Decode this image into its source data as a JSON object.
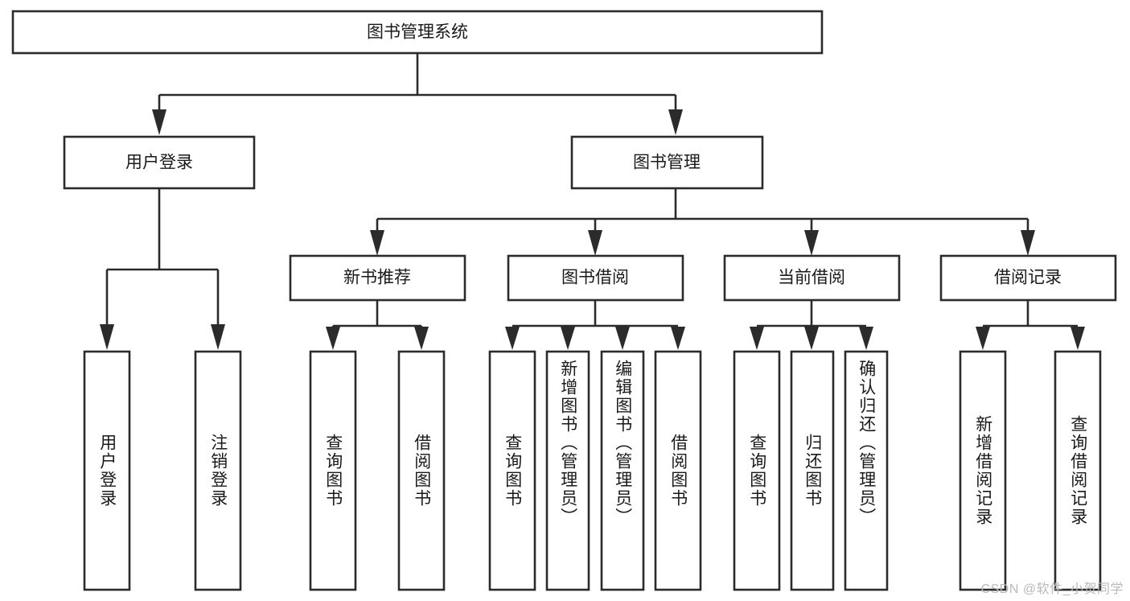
{
  "diagram": {
    "title": "图书管理系统",
    "watermark": "CSDN @软件_小贺同学",
    "colors": {
      "background": "#ffffff",
      "box_fill": "#ffffff",
      "box_stroke": "#2b2b2b",
      "connector": "#2b2b2b",
      "text": "#1a1a1a",
      "watermark": "#b9b9b9"
    },
    "root": {
      "label": "图书管理系统"
    },
    "level2": [
      {
        "label": "用户登录"
      },
      {
        "label": "图书管理"
      }
    ],
    "level3": [
      {
        "label": "新书推荐"
      },
      {
        "label": "图书借阅"
      },
      {
        "label": "当前借阅"
      },
      {
        "label": "借阅记录"
      }
    ],
    "leaves": {
      "user_login": [
        {
          "label": "用户登录"
        },
        {
          "label": "注销登录"
        }
      ],
      "new_book_recommend": [
        {
          "label": "查询图书"
        },
        {
          "label": "借阅图书"
        }
      ],
      "book_borrow": [
        {
          "label": "查询图书"
        },
        {
          "label": "新增图书（管理员）"
        },
        {
          "label": "编辑图书（管理员）"
        },
        {
          "label": "借阅图书"
        }
      ],
      "current_borrow": [
        {
          "label": "查询图书"
        },
        {
          "label": "归还图书"
        },
        {
          "label": "确认归还（管理员）"
        }
      ],
      "borrow_record": [
        {
          "label": "新增借阅记录"
        },
        {
          "label": "查询借阅记录"
        }
      ]
    }
  }
}
